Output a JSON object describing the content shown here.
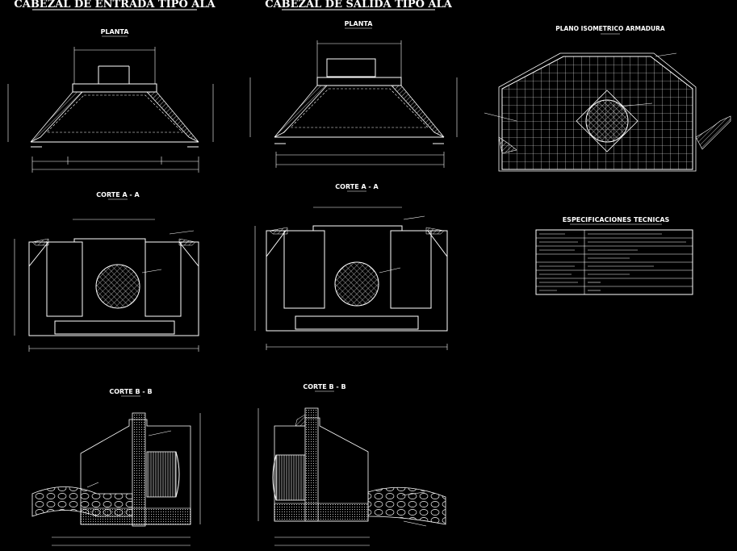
{
  "titles": {
    "inlet": "CABEZAL DE ENTRADA TIPO ALA",
    "outlet": "CABEZAL DE SALIDA TIPO ALA",
    "isometric": "PLANO ISOMETRICO ARMADURA"
  },
  "views": {
    "planta": "PLANTA",
    "corte_a": "CORTE A - A",
    "corte_b": "CORTE B - B"
  },
  "specs": {
    "title": "ESPECIFICACIONES TECNICAS"
  }
}
